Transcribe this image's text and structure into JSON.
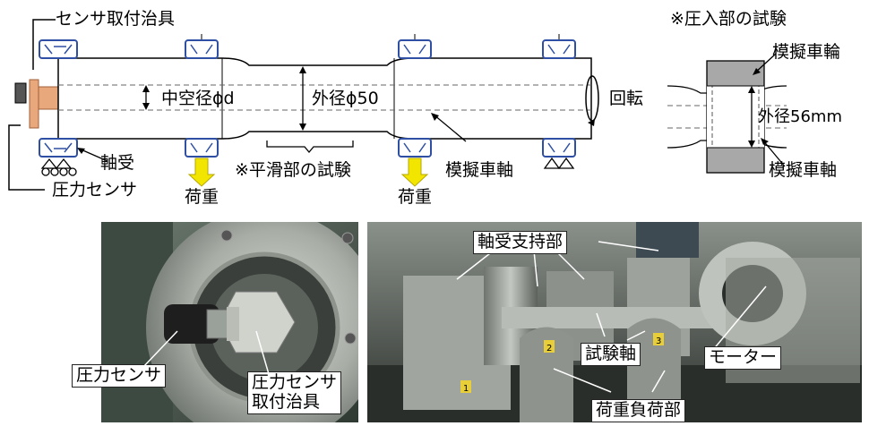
{
  "top_diagram": {
    "sensor_jig": "センサ取付治具",
    "bearing": "軸受",
    "pressure_sensor": "圧力センサ",
    "hollow_diameter": "中空径ϕd",
    "outer_diameter": "外径ϕ50",
    "rotation": "回転",
    "load_left": "荷重",
    "load_right": "荷重",
    "smooth_section_test": "※平滑部の試験",
    "model_axle": "模擬車軸"
  },
  "press_fit_diagram": {
    "title": "※圧入部の試験",
    "model_wheel": "模擬車輪",
    "outer_diameter": "外径56mm",
    "model_axle": "模擬車軸"
  },
  "photo_left": {
    "pressure_sensor": "圧力センサ",
    "sensor_jig_line1": "圧力センサ",
    "sensor_jig_line2": "取付治具"
  },
  "photo_right": {
    "bearing_support": "軸受支持部",
    "test_shaft": "試験軸",
    "motor": "モーター",
    "load_section": "荷重負荷部",
    "tag_1": "1",
    "tag_2": "2",
    "tag_3": "3"
  },
  "colors": {
    "load_arrow": "#f2e600",
    "sensor_jig": "#e9a87c",
    "sensor": "#555555",
    "bearing": "#2e4fa3",
    "wheel_fill": "#a8a8a8"
  }
}
